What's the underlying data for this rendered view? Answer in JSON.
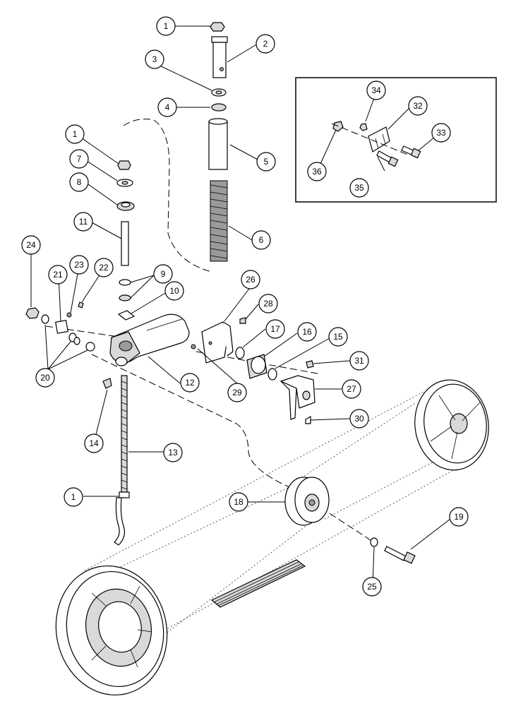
{
  "diagram": {
    "callout_numbers": [
      "1",
      "2",
      "3",
      "4",
      "5",
      "6",
      "7",
      "8",
      "9",
      "10",
      "11",
      "12",
      "13",
      "14",
      "15",
      "16",
      "17",
      "18",
      "19",
      "20",
      "21",
      "22",
      "23",
      "24",
      "25",
      "26",
      "27",
      "28",
      "29",
      "30",
      "31",
      "32",
      "33",
      "34",
      "35",
      "36"
    ],
    "line_color": "#000000",
    "background": "#ffffff"
  }
}
